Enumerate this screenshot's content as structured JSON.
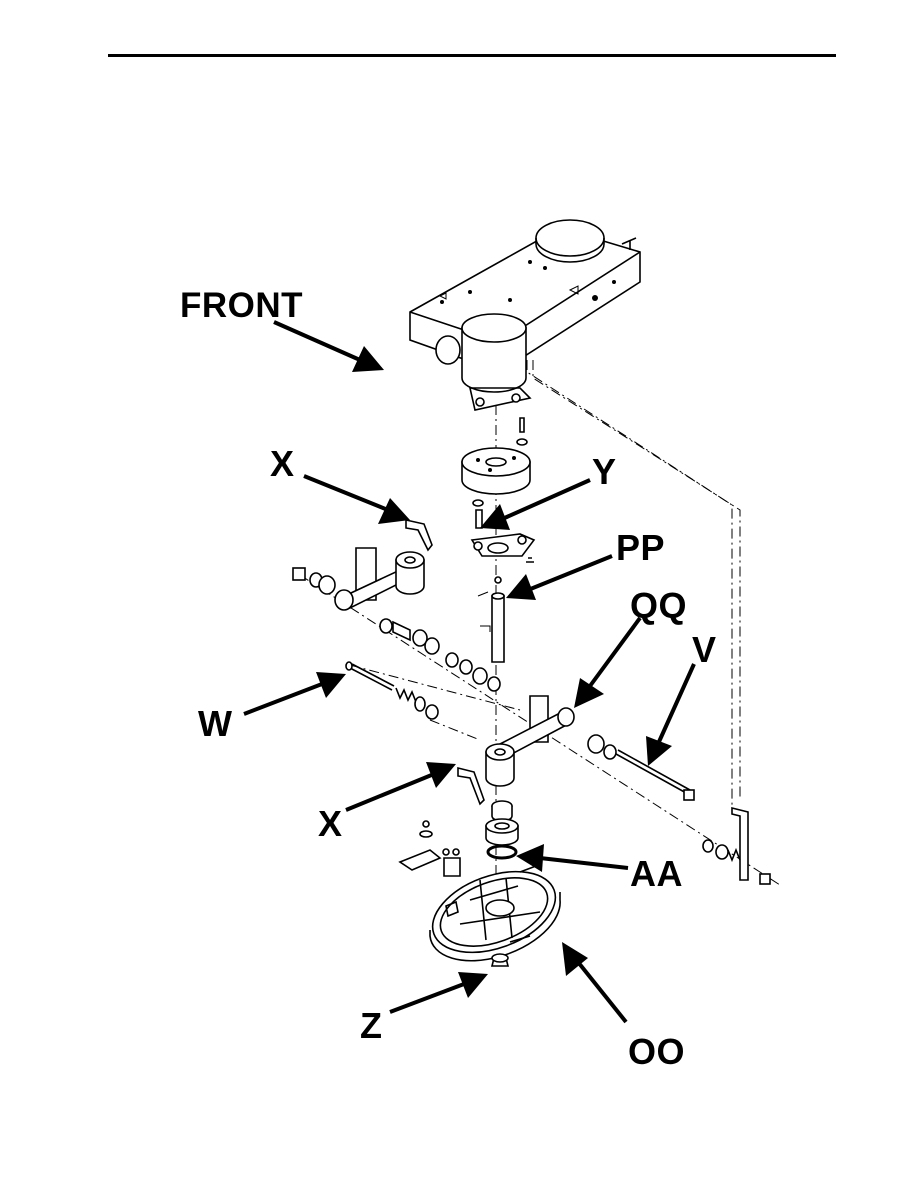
{
  "callouts": {
    "front": "FRONT",
    "x_top": "X",
    "y": "Y",
    "pp": "PP",
    "qq": "QQ",
    "v": "V",
    "w": "W",
    "x_bottom": "X",
    "aa": "AA",
    "z": "Z",
    "oo": "OO"
  },
  "colors": {
    "ink": "#000000",
    "paper": "#ffffff"
  }
}
